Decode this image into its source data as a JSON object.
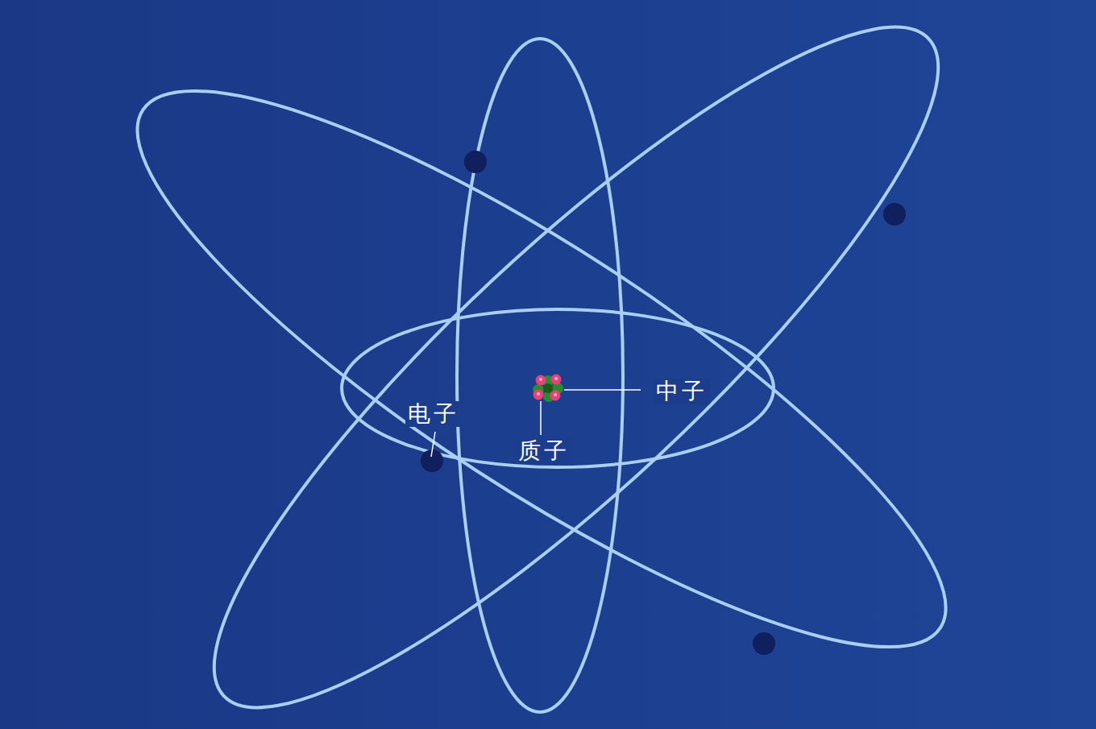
{
  "diagram": {
    "labels": [
      "电子",
      "质子",
      "中子"
    ]
  }
}
